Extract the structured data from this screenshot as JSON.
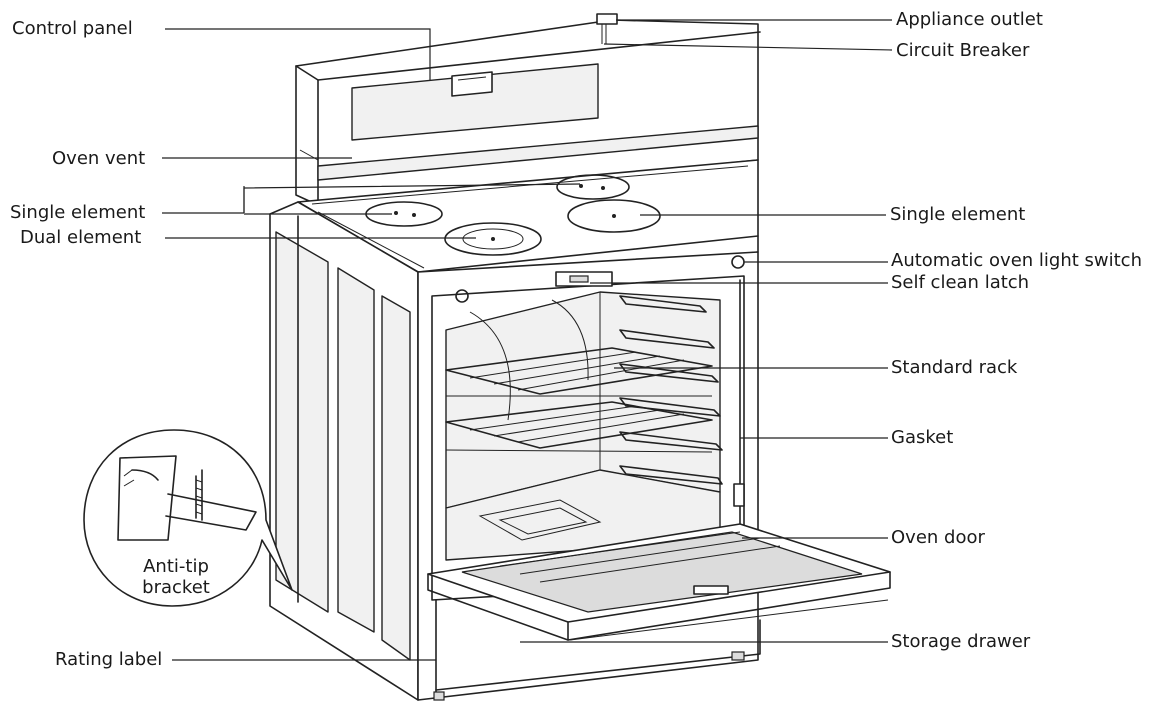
{
  "labels": {
    "control_panel": "Control panel",
    "oven_vent": "Oven vent",
    "single_element_left": "Single element",
    "dual_element": "Dual element",
    "rating_label": "Rating label",
    "appliance_outlet": "Appliance outlet",
    "circuit_breaker": "Circuit Breaker",
    "single_element_right": "Single element",
    "automatic_oven_light_switch": "Automatic oven light switch",
    "self_clean_latch": "Self clean latch",
    "standard_rack": "Standard rack",
    "gasket": "Gasket",
    "oven_door": "Oven door",
    "storage_drawer": "Storage drawer"
  },
  "inset": {
    "line1": "Anti-tip",
    "line2": "bracket"
  }
}
